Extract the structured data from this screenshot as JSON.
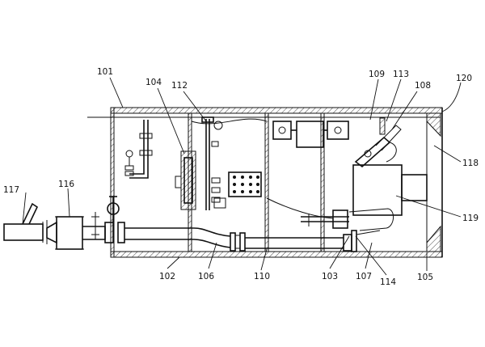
{
  "figure": {
    "labels": [
      {
        "id": "101",
        "text": "101"
      },
      {
        "id": "102",
        "text": "102"
      },
      {
        "id": "103",
        "text": "103"
      },
      {
        "id": "104",
        "text": "104"
      },
      {
        "id": "105",
        "text": "105"
      },
      {
        "id": "106",
        "text": "106"
      },
      {
        "id": "107",
        "text": "107"
      },
      {
        "id": "108",
        "text": "108"
      },
      {
        "id": "109",
        "text": "109"
      },
      {
        "id": "110",
        "text": "110"
      },
      {
        "id": "112",
        "text": "112"
      },
      {
        "id": "113",
        "text": "113"
      },
      {
        "id": "114",
        "text": "114"
      },
      {
        "id": "116",
        "text": "116"
      },
      {
        "id": "117",
        "text": "117"
      },
      {
        "id": "118",
        "text": "118"
      },
      {
        "id": "119",
        "text": "119"
      },
      {
        "id": "120",
        "text": "120"
      }
    ]
  }
}
